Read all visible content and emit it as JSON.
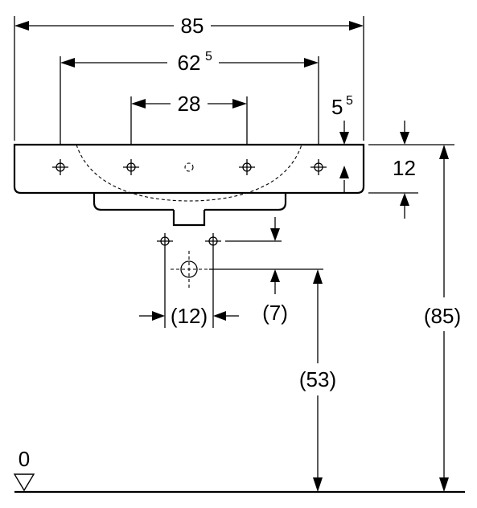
{
  "diagram": {
    "dimensions": {
      "overall_width": "85",
      "tap_holes_outer": {
        "main": "62",
        "superscript": "5"
      },
      "tap_holes_inner": "28",
      "rim_offset": {
        "main": "5",
        "superscript": "5"
      },
      "rim_height": "12",
      "total_height": "(85)",
      "drain_height": "(53)",
      "fixing_offset": "(7)",
      "fixing_spacing": "(12)"
    },
    "floor_label": "0",
    "colors": {
      "line": "#000000",
      "background": "#ffffff"
    }
  }
}
